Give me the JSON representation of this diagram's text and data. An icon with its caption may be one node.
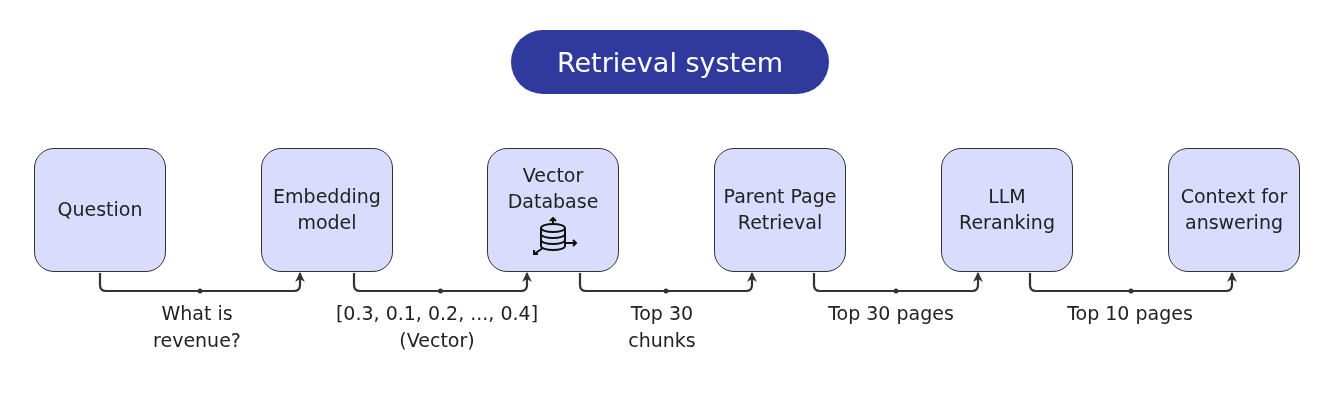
{
  "diagram": {
    "title": "Retrieval system",
    "nodes": [
      {
        "text": [
          "Question"
        ]
      },
      {
        "text": [
          "Embedding model"
        ]
      },
      {
        "text": [
          "Vector Database"
        ]
      },
      {
        "text": [
          "Parent Page Retrieval"
        ]
      },
      {
        "text": [
          "LLM Reranking"
        ]
      },
      {
        "text": [
          "Context for answering"
        ]
      }
    ],
    "edges": [
      {
        "from": 0,
        "to": 1,
        "arrow": "to",
        "label": "What is revenue?"
      },
      {
        "from": 1,
        "to": 2,
        "arrow": "to",
        "label": "[0.3, 0.1, 0.2, ..., 0.4] (Vector)"
      },
      {
        "from": 2,
        "to": 3,
        "arrow": "to",
        "label": "Top 30 chunks"
      },
      {
        "from": 3,
        "to": 4,
        "arrow": "to",
        "label": "Top 30 pages"
      },
      {
        "from": 4,
        "to": 5,
        "arrow": "to",
        "label": "Top 10 pages"
      }
    ]
  }
}
